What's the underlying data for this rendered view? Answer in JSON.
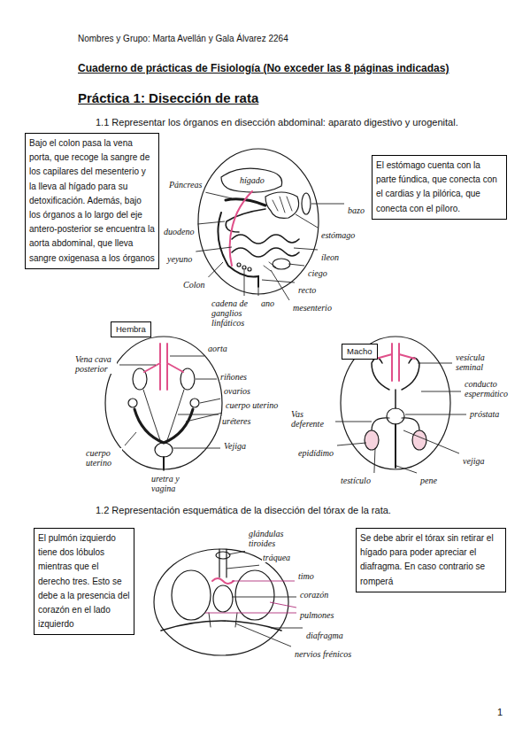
{
  "diagram": {
    "title": "Cuaderno de prácticas de Fisiología (No exceder las 8 páginas indicadas)",
    "nodes": [
      {
        "text": [
          "Bajo el colon pasa la vena porta, que recoge la sangre de los capilares del mesenterio y la lleva al hígado para su detoxificación. Además, bajo los órganos a lo largo del eje antero-posterior se encuentra la aorta abdominal, que lleva sangre oxigenasa a los órganos"
        ]
      },
      {
        "text": [
          "El estómago cuenta con la parte fúndica, que conecta con el cardias y la pilórica, que conecta con el píloro."
        ]
      },
      {
        "text": [
          "Hembra"
        ]
      },
      {
        "text": [
          "Macho"
        ]
      },
      {
        "text": [
          "El pulmón izquierdo tiene dos lóbulos mientras que el derecho tres. Esto se debe a la presencia del corazón en el lado izquierdo"
        ]
      },
      {
        "text": [
          "Se debe abrir el tórax sin retirar el hígado para poder apreciar el diafragma. En caso contrario se romperá"
        ]
      }
    ],
    "labels": [
      "Nombres y Grupo: Marta Avellán y Gala Álvarez 2264",
      "Práctica 1: Disección de rata",
      "1.1 Representar los órganos en disección abdominal: aparato digestivo y urogenital.",
      "Páncreas",
      "duodeno",
      "yeyuno",
      "Colon",
      "cadena de ganglios linfáticos",
      "ano",
      "recto",
      "mesenterio",
      "ciego",
      "íleon",
      "estómago",
      "bazo",
      "hígado",
      "Vena cava posterior",
      "aorta",
      "riñones",
      "ovarios",
      "cuerpo uterino",
      "uréteres",
      "Vejiga",
      "uretra y vagina",
      "cuerpo uterino",
      "vesícula seminal",
      "conducto espermático",
      "próstata",
      "vejiga",
      "pene",
      "testículo",
      "epidídimo",
      "Vas deferente",
      "1.2 Representación esquemática de la disección del tórax de la rata.",
      "glándulas tiroides",
      "tráquea",
      "timo",
      "corazón",
      "pulmones",
      "diafragma",
      "nervios frénicos",
      "1"
    ]
  }
}
